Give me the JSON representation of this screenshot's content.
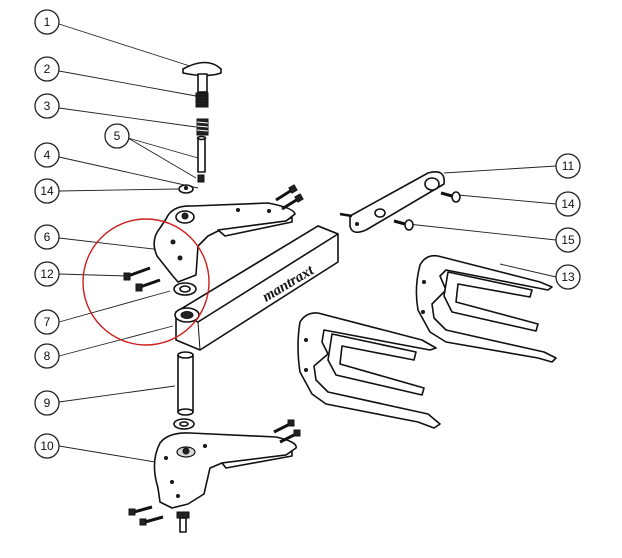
{
  "callouts": [
    {
      "id": "1",
      "label": "1"
    },
    {
      "id": "2",
      "label": "2"
    },
    {
      "id": "3",
      "label": "3"
    },
    {
      "id": "4",
      "label": "4"
    },
    {
      "id": "5",
      "label": "5"
    },
    {
      "id": "6",
      "label": "6"
    },
    {
      "id": "7",
      "label": "7"
    },
    {
      "id": "8",
      "label": "8"
    },
    {
      "id": "9",
      "label": "9"
    },
    {
      "id": "10",
      "label": "10"
    },
    {
      "id": "11",
      "label": "11"
    },
    {
      "id": "12",
      "label": "12"
    },
    {
      "id": "13",
      "label": "13"
    },
    {
      "id": "14a",
      "label": "14"
    },
    {
      "id": "14b",
      "label": "14"
    },
    {
      "id": "15",
      "label": "15"
    }
  ],
  "brand_text": "mantraxt",
  "highlight_color": "#cc1f1f"
}
